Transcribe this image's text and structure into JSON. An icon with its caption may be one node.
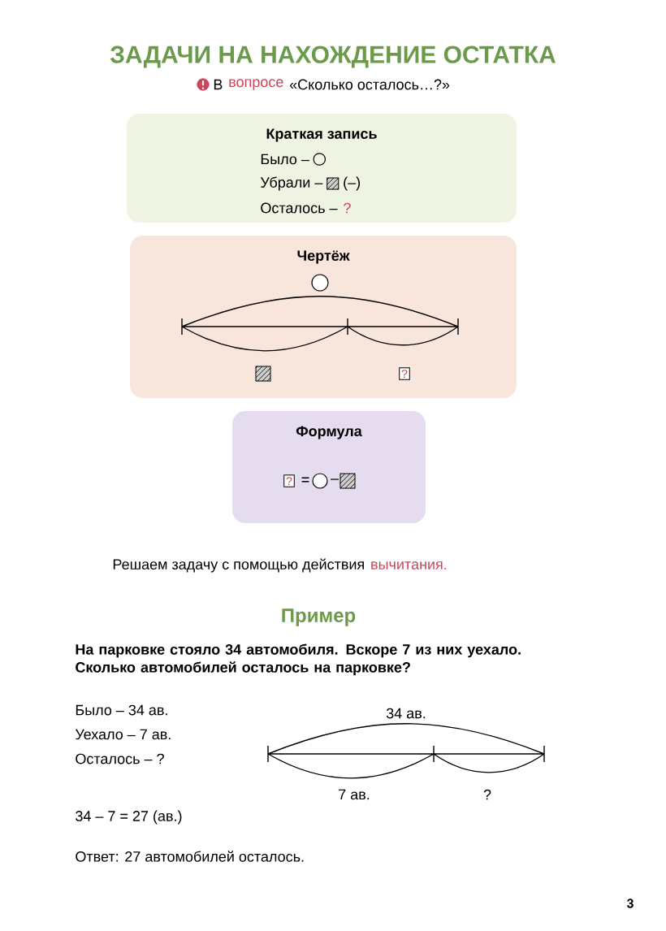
{
  "diagram": {
    "title": "ЗАДАЧИ НА НАХОЖДЕНИЕ ОСТАТКА",
    "nodes": [
      {
        "text": [
          "Краткая запись",
          "Было –",
          "Убрали –",
          "(–)",
          "Осталось –",
          "?"
        ]
      },
      {
        "text": [
          "Чертёж",
          "?"
        ]
      },
      {
        "text": [
          "Формула",
          "?",
          "=",
          "–"
        ]
      }
    ],
    "labels": [
      "В",
      "вопросе",
      "«Сколько осталось…?»",
      "Решаем задачу с помощью действия",
      "вычитания.",
      "Пример",
      "На парковке стояло 34 автомобиля. Вскоре 7 из них уехало. Сколько автомобилей осталось на парковке?",
      "Было – 34 ав.",
      "Уехало – 7 ав.",
      "Осталось – ?",
      "34 ав.",
      "7 ав.",
      "?",
      "34 – 7 = 27 (ав.)",
      "Ответ: 27 автомобилей осталось.",
      "3"
    ]
  }
}
